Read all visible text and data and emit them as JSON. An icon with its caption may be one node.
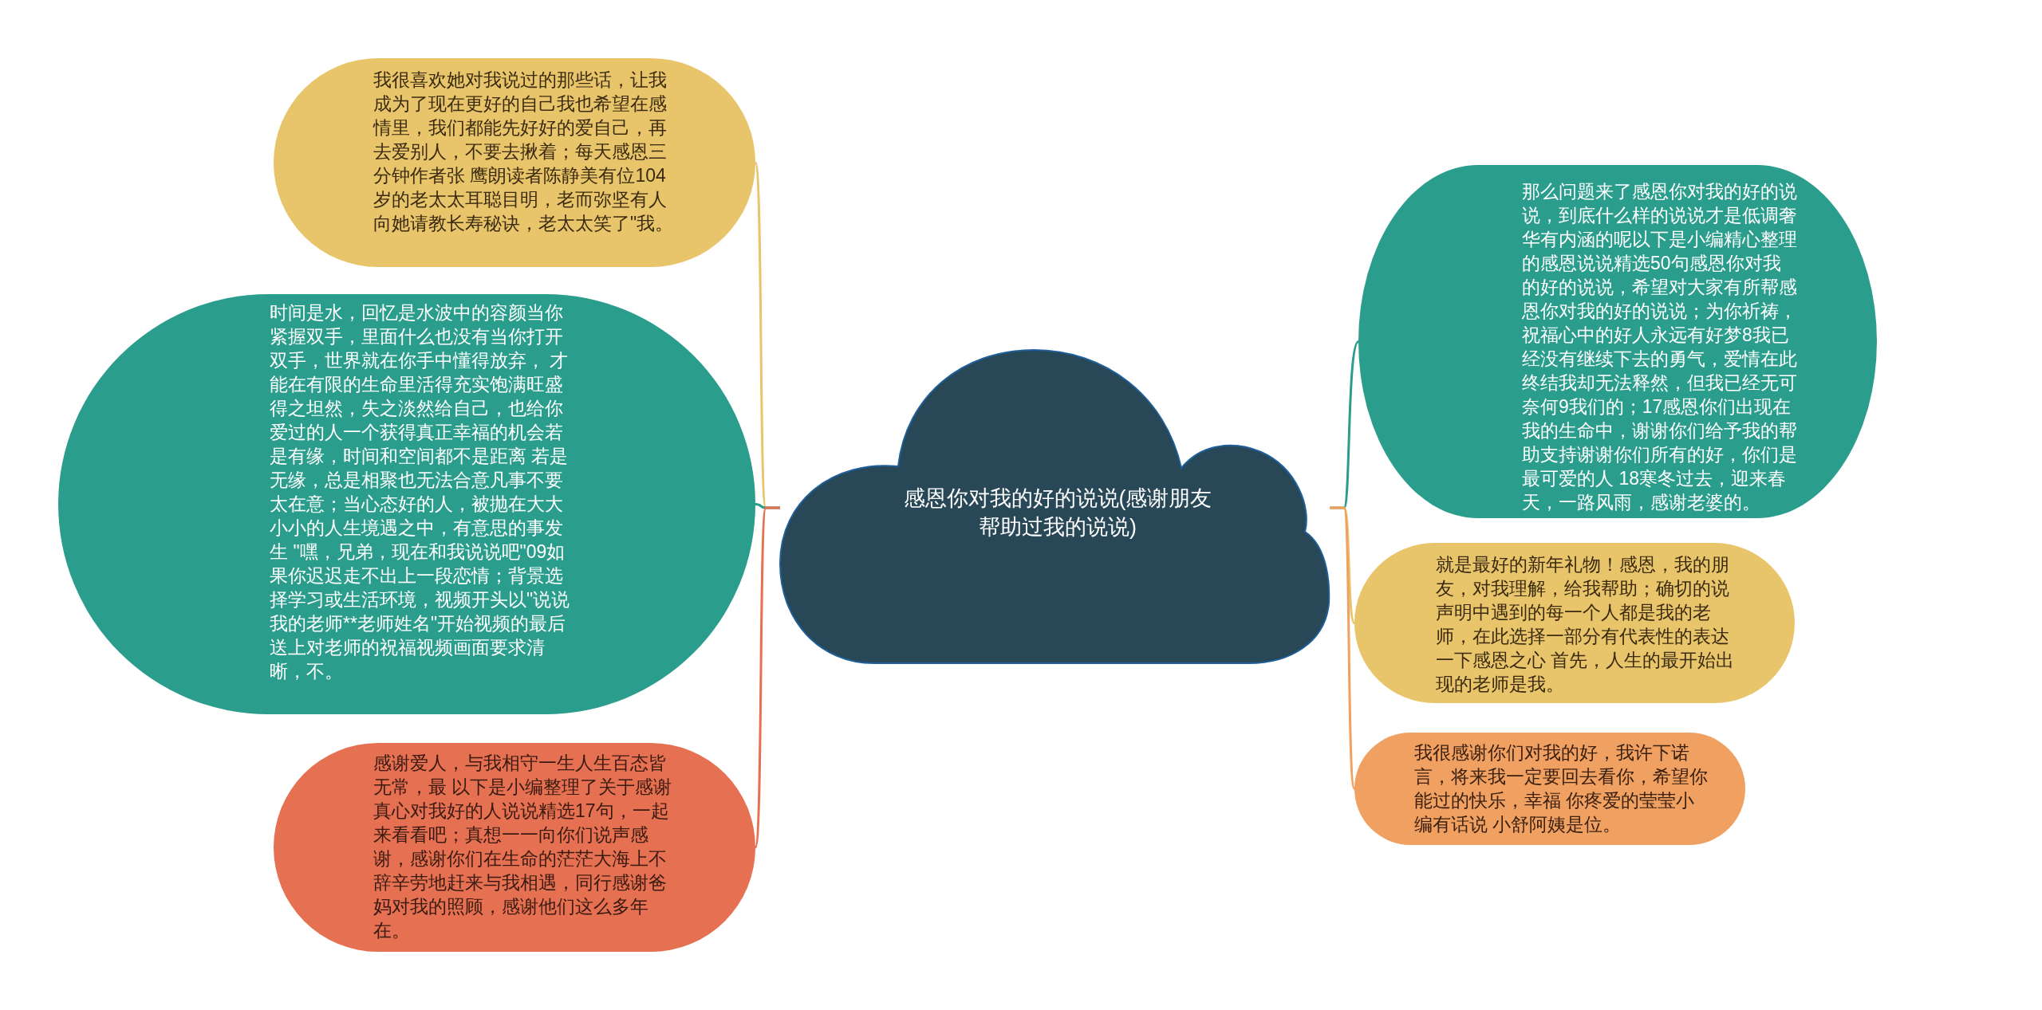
{
  "diagram": {
    "nodes": [
      {
        "text": [
          "感恩你对我的好的说说(感谢朋友帮助过我的说说)"
        ]
      },
      {
        "text": [
          "我很喜欢她对我说过的那些话，让我成为了现在更好的自己我也希望在感情里，我们都能先好好的爱自己，再去爱别人，不要去揪着；每天感恩三分钟作者张 鹰朗读者陈静美有位104岁的老太太耳聪目明，老而弥坚有人向她请教长寿秘诀，老太太笑了\"我。"
        ]
      },
      {
        "text": [
          "时间是水，回忆是水波中的容颜当你紧握双手，里面什么也没有当你打开双手，世界就在你手中懂得放弃， 才能在有限的生命里活得充实饱满旺盛得之坦然，失之淡然给自己，也给你爱过的人一个获得真正幸福的机会若是有缘，时间和空间都不是距离 若是无缘，总是相聚也无法合意凡事不要太在意；当心态好的人，被抛在大大小小的人生境遇之中，有意思的事发生 \"嘿，兄弟，现在和我说说吧\"09如果你迟迟走不出上一段恋情；背景选择学习或生活环境，视频开头以\"说说我的老师**老师姓名\"开始视频的最后送上对老师的祝福视频画面要求清晰，不。"
        ]
      },
      {
        "text": [
          "感谢爱人，与我相守一生人生百态皆无常，最 以下是小编整理了关于感谢真心对我好的人说说精选17句，一起来看看吧；真想一一向你们说声感谢，感谢你们在生命的茫茫大海上不辞辛劳地赶来与我相遇，同行感谢爸妈对我的照顾，感谢他们这么多年在。"
        ]
      },
      {
        "text": [
          "那么问题来了感恩你对我的好的说说，到底什么样的说说才是低调奢华有内涵的呢以下是小编精心整理的感恩说说精选50句感恩你对我的好的说说，希望对大家有所帮感恩你对我的好的说说；为你祈祷，祝福心中的好人永远有好梦8我已经没有继续下去的勇气，爱情在此终结我却无法释然，但我已经无可奈何9我们的；17感恩你们出现在我的生命中，谢谢你们给予我的帮助支持谢谢你们所有的好，你们是最可爱的人 18寒冬过去，迎来春天，一路风雨，感谢老婆的。"
        ]
      },
      {
        "text": [
          "就是最好的新年礼物！感恩，我的朋友，对我理解，给我帮助；确切的说声明中遇到的每一个人都是我的老师，在此选择一部分有代表性的表达一下感恩之心 首先，人生的最开始出现的老师是我。"
        ]
      },
      {
        "text": [
          "我很感谢你们对我的好，我许下诺言，将来我一定要回去看你，希望你能过的快乐，幸福 你疼爱的莹莹小编有话说 小舒阿姨是位。"
        ]
      }
    ],
    "edges": [
      {
        "from": 0,
        "to": 1,
        "arrow": "none",
        "color": "#e8c46a"
      },
      {
        "from": 0,
        "to": 2,
        "arrow": "none",
        "color": "#2a9d8c"
      },
      {
        "from": 0,
        "to": 3,
        "arrow": "none",
        "color": "#e57052"
      },
      {
        "from": 0,
        "to": 4,
        "arrow": "none",
        "color": "#2a9d8c"
      },
      {
        "from": 0,
        "to": 5,
        "arrow": "none",
        "color": "#e8c46a"
      },
      {
        "from": 0,
        "to": 6,
        "arrow": "none",
        "color": "#f0a060"
      }
    ]
  }
}
